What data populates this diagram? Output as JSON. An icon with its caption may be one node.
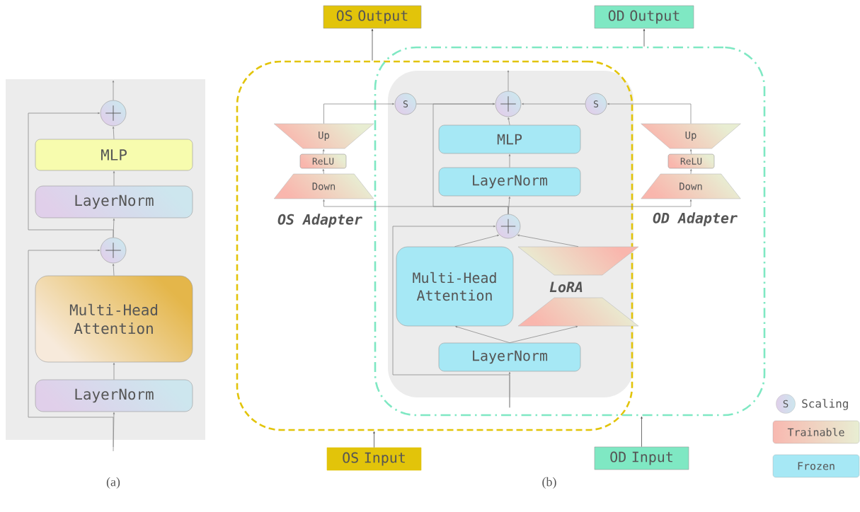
{
  "diagram": {
    "nodes": [
      {
        "text": [],
        "shape": "circle"
      },
      {
        "text": [
          "MLP"
        ]
      },
      {
        "text": [
          "LayerNorm"
        ]
      },
      {
        "text": [],
        "shape": "circle"
      },
      {
        "text": [
          "Multi-Head Attention"
        ]
      },
      {
        "text": [
          "LayerNorm"
        ]
      },
      {
        "text": [
          "OS Output"
        ]
      },
      {
        "text": [
          "OD Output"
        ]
      },
      {
        "text": [],
        "shape": "box"
      },
      {
        "text": [],
        "shape": "box"
      },
      {
        "text": [
          "S"
        ]
      },
      {
        "text": [],
        "shape": "circle"
      },
      {
        "text": [
          "S"
        ]
      },
      {
        "text": [
          "Up"
        ],
        "in": 8
      },
      {
        "text": [
          "ReLU"
        ],
        "in": 8
      },
      {
        "text": [
          "Down"
        ],
        "in": 8
      },
      {
        "text": [
          "MLP"
        ]
      },
      {
        "text": [
          "LayerNorm"
        ]
      },
      {
        "text": [
          "Up"
        ],
        "in": 9
      },
      {
        "text": [
          "ReLU"
        ],
        "in": 9
      },
      {
        "text": [
          "Down"
        ],
        "in": 9
      },
      {
        "text": [],
        "shape": "circle"
      },
      {
        "text": [
          "Multi-Head Attention"
        ]
      },
      {
        "text": [],
        "shape": "trapezoid"
      },
      {
        "text": [],
        "shape": "trapezoid"
      },
      {
        "text": [
          "LayerNorm"
        ]
      },
      {
        "text": [
          "OS Input"
        ]
      },
      {
        "text": [
          "OD Input"
        ]
      }
    ],
    "edges": [
      {
        "from": 5,
        "to": 4,
        "arrow": "to"
      },
      {
        "from": 4,
        "to": 3,
        "arrow": "to"
      },
      {
        "from": 3,
        "to": 2,
        "arrow": "to"
      },
      {
        "from": 2,
        "to": 1,
        "arrow": "to"
      },
      {
        "from": 1,
        "to": 0,
        "arrow": "to"
      },
      {
        "from": 0,
        "to": null,
        "arrow": "to"
      },
      {
        "from": null,
        "to": 5,
        "arrow": "to"
      },
      {
        "from": null,
        "to": 3,
        "arrow": "to"
      },
      {
        "from": 3,
        "to": 0,
        "arrow": "to"
      },
      {
        "from": 8,
        "to": 6,
        "arrow": "to",
        "color": "#4a4a4a"
      },
      {
        "from": 9,
        "to": 7,
        "arrow": "to",
        "color": "#4a4a4a"
      },
      {
        "from": 26,
        "to": 8,
        "arrow": "to",
        "color": "#4a4a4a"
      },
      {
        "from": 27,
        "to": 9,
        "arrow": "to",
        "color": "#4a4a4a"
      },
      {
        "from": 9,
        "to": 25,
        "arrow": "to"
      },
      {
        "from": 9,
        "to": 21,
        "arrow": "to"
      },
      {
        "from": 25,
        "to": 22,
        "arrow": "to"
      },
      {
        "from": 25,
        "to": 24,
        "arrow": "to"
      },
      {
        "from": 22,
        "to": 21,
        "arrow": "to"
      },
      {
        "from": 23,
        "to": 21,
        "arrow": "to"
      },
      {
        "from": 21,
        "to": 17,
        "arrow": "to"
      },
      {
        "from": 17,
        "to": 16,
        "arrow": "to"
      },
      {
        "from": 16,
        "to": 11,
        "arrow": "to"
      },
      {
        "from": 11,
        "to": 8,
        "arrow": "to"
      },
      {
        "from": 21,
        "to": 11,
        "arrow": "to"
      },
      {
        "from": 21,
        "to": 15,
        "arrow": "to"
      },
      {
        "from": 21,
        "to": 20,
        "arrow": "to"
      },
      {
        "from": 15,
        "to": 14,
        "arrow": "to"
      },
      {
        "from": 14,
        "to": 13,
        "arrow": "to"
      },
      {
        "from": 13,
        "to": 10,
        "arrow": "to"
      },
      {
        "from": 10,
        "to": 11,
        "arrow": "to"
      },
      {
        "from": 20,
        "to": 19,
        "arrow": "to"
      },
      {
        "from": 19,
        "to": 18,
        "arrow": "to"
      },
      {
        "from": 18,
        "to": 12,
        "arrow": "to"
      },
      {
        "from": 12,
        "to": 11,
        "arrow": "to"
      }
    ],
    "labels": [
      "OS Adapter",
      "OD Adapter",
      "LoRA",
      "S",
      "(a)",
      "(b)"
    ],
    "legend": [
      {
        "text": "Scaling"
      },
      {
        "text": "Trainable",
        "color": "#f8b8b0"
      },
      {
        "text": "Frozen",
        "color": "#a6e8f5"
      }
    ]
  }
}
